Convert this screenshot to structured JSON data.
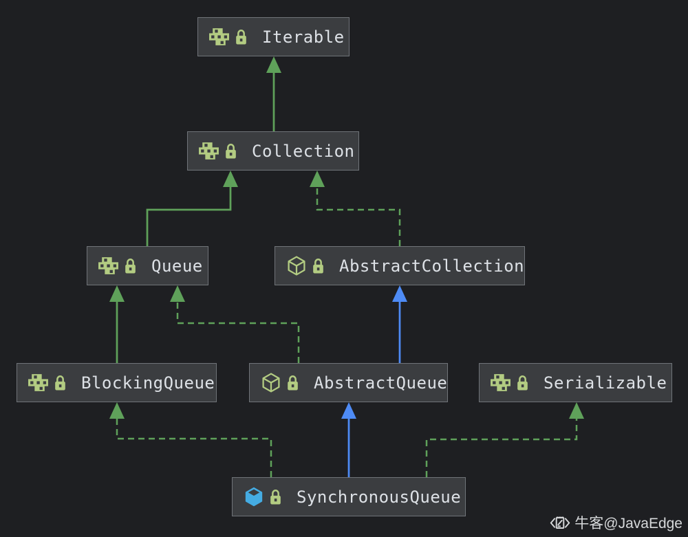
{
  "diagram": {
    "type": "uml-class-hierarchy",
    "subject": "SynchronousQueue",
    "colors": {
      "background": "#1e1f22",
      "node_fill": "#3b3d40",
      "node_border": "#707479",
      "label_text": "#dde1e6",
      "interface_green_line": "#5fa15a",
      "class_blue_line": "#4e8bf5",
      "icon_green": "#b3cc82",
      "icon_class_blue": "#45ace3"
    },
    "nodes": [
      {
        "id": "iterable",
        "label": "Iterable",
        "kind": "interface",
        "locked": true
      },
      {
        "id": "collection",
        "label": "Collection",
        "kind": "interface",
        "locked": true
      },
      {
        "id": "queue",
        "label": "Queue",
        "kind": "interface",
        "locked": true
      },
      {
        "id": "abstract-collection",
        "label": "AbstractCollection",
        "kind": "abstract-class",
        "locked": true
      },
      {
        "id": "blocking-queue",
        "label": "BlockingQueue",
        "kind": "interface",
        "locked": true
      },
      {
        "id": "abstract-queue",
        "label": "AbstractQueue",
        "kind": "abstract-class",
        "locked": true
      },
      {
        "id": "serializable",
        "label": "Serializable",
        "kind": "interface",
        "locked": true
      },
      {
        "id": "synchronous-queue",
        "label": "SynchronousQueue",
        "kind": "class",
        "locked": true
      }
    ],
    "edges": [
      {
        "from": "Collection",
        "to": "Iterable",
        "relation": "extends",
        "style": "solid",
        "color": "green"
      },
      {
        "from": "Queue",
        "to": "Collection",
        "relation": "extends",
        "style": "solid",
        "color": "green"
      },
      {
        "from": "AbstractCollection",
        "to": "Collection",
        "relation": "implements",
        "style": "dashed",
        "color": "green"
      },
      {
        "from": "BlockingQueue",
        "to": "Queue",
        "relation": "extends",
        "style": "solid",
        "color": "green"
      },
      {
        "from": "AbstractQueue",
        "to": "Queue",
        "relation": "implements",
        "style": "dashed",
        "color": "green"
      },
      {
        "from": "AbstractQueue",
        "to": "AbstractCollection",
        "relation": "extends",
        "style": "solid",
        "color": "blue"
      },
      {
        "from": "SynchronousQueue",
        "to": "BlockingQueue",
        "relation": "implements",
        "style": "dashed",
        "color": "green"
      },
      {
        "from": "SynchronousQueue",
        "to": "AbstractQueue",
        "relation": "extends",
        "style": "solid",
        "color": "blue"
      },
      {
        "from": "SynchronousQueue",
        "to": "Serializable",
        "relation": "implements",
        "style": "dashed",
        "color": "green"
      }
    ]
  },
  "watermark": {
    "text": "牛客@JavaEdge",
    "icon": "niuke-logo"
  }
}
